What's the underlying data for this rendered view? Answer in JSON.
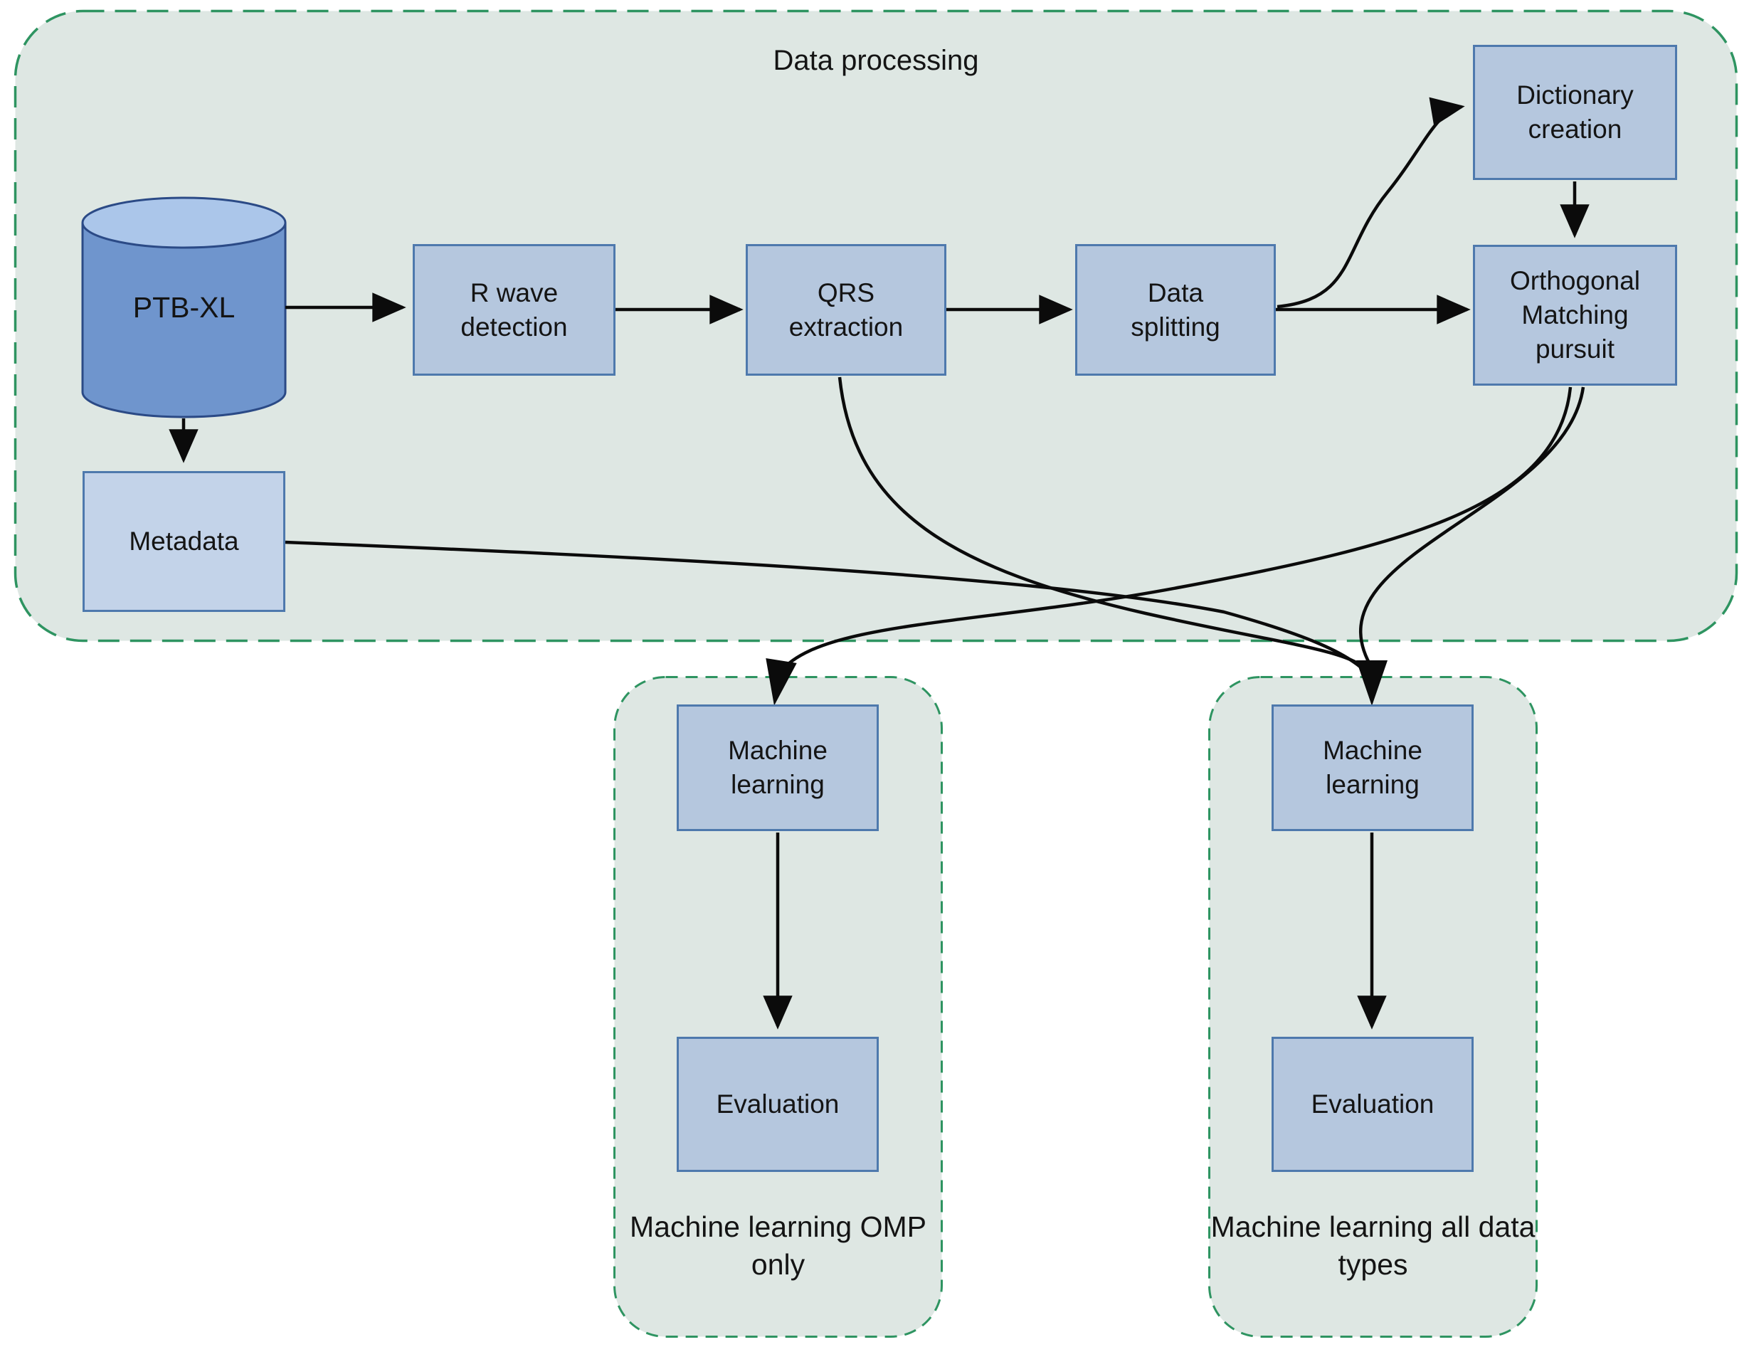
{
  "diagram": {
    "groups": {
      "data_processing": {
        "label": "Data processing"
      },
      "ml_omp_only": {
        "caption": "Machine learning\nOMP only"
      },
      "ml_all_types": {
        "caption": "Machine learning\nall data types"
      }
    },
    "nodes": {
      "ptbxl": {
        "label": "PTB-XL",
        "shape": "database-cylinder"
      },
      "r_wave": {
        "label": "R wave\ndetection"
      },
      "qrs": {
        "label": "QRS\nextraction"
      },
      "data_splitting": {
        "label": "Data\nsplitting"
      },
      "dictionary": {
        "label": "Dictionary\ncreation"
      },
      "omp": {
        "label": "Orthogonal\nMatching\npursuit"
      },
      "metadata": {
        "label": "Metadata"
      },
      "ml_left": {
        "label": "Machine\nlearning"
      },
      "eval_left": {
        "label": "Evaluation"
      },
      "ml_right": {
        "label": "Machine\nlearning"
      },
      "eval_right": {
        "label": "Evaluation"
      }
    },
    "edges": [
      {
        "from": "ptbxl",
        "to": "r_wave"
      },
      {
        "from": "ptbxl",
        "to": "metadata"
      },
      {
        "from": "r_wave",
        "to": "qrs"
      },
      {
        "from": "qrs",
        "to": "data_splitting"
      },
      {
        "from": "data_splitting",
        "to": "omp"
      },
      {
        "from": "data_splitting",
        "to": "dictionary"
      },
      {
        "from": "dictionary",
        "to": "omp"
      },
      {
        "from": "omp",
        "to": "ml_left"
      },
      {
        "from": "omp",
        "to": "ml_right"
      },
      {
        "from": "qrs",
        "to": "ml_right"
      },
      {
        "from": "metadata",
        "to": "ml_right"
      },
      {
        "from": "ml_left",
        "to": "eval_left"
      },
      {
        "from": "ml_right",
        "to": "eval_right"
      }
    ],
    "colors": {
      "group_fill": "#dee7e3",
      "group_border_green": "#2e9461",
      "box_fill": "#b5c7de",
      "box_fill_light": "#c3d3e9",
      "box_border": "#4e79ad",
      "cylinder_body": "#6f95cd",
      "cylinder_top": "#abc6ea",
      "cylinder_border": "#2b4a86",
      "arrow": "#0b0b0b",
      "text": "#141414",
      "page_background": "#ffffff"
    }
  }
}
